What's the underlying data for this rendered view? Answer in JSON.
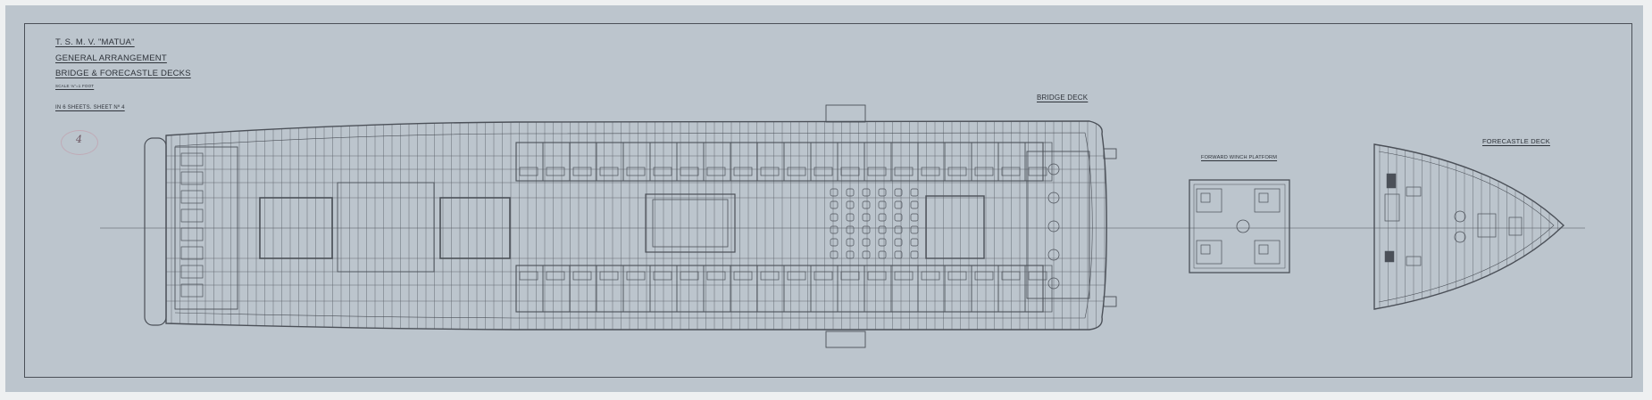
{
  "title_block": {
    "vessel": "T. S. M. V. \"MATUA\"",
    "drawing": "GENERAL ARRANGEMENT",
    "decks": "BRIDGE & FORECASTLE DECKS",
    "scale": "SCALE ⅛\"=1 FOOT",
    "sheet": "IN 6 SHEETS.   SHEET Nº 4"
  },
  "annotations": {
    "pencil_mark": "4"
  },
  "views": {
    "bridge_deck": "BRIDGE DECK",
    "forward_winch_platform": "FORWARD WINCH PLATFORM",
    "forecastle_deck": "FORECASTLE DECK"
  },
  "colors": {
    "paper": "#bcc5cd",
    "ink": "#4b5058"
  }
}
